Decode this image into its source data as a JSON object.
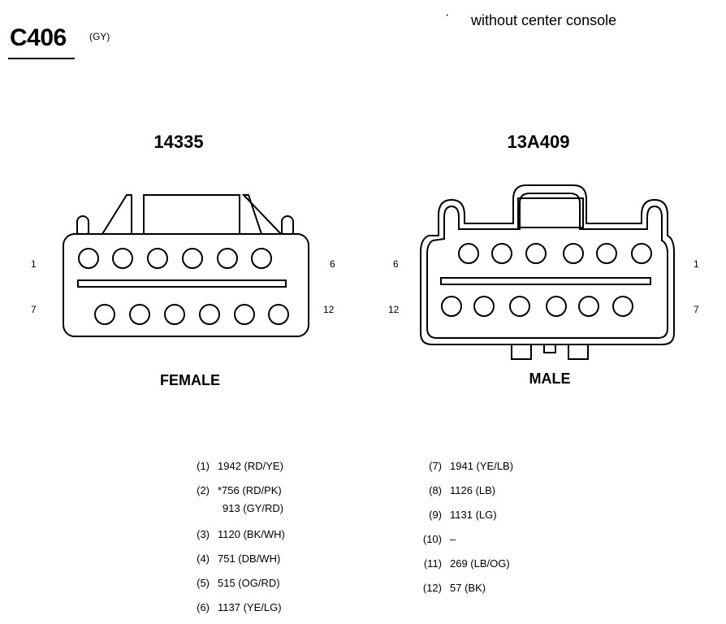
{
  "header": {
    "connector_id": "C406",
    "connector_color": "(GY)",
    "note_marker": "·",
    "note_text": "without center console"
  },
  "connectors": [
    {
      "part_number": "14335",
      "gender": "FEMALE",
      "label_top_left": "1",
      "label_top_right": "6",
      "label_bottom_left": "7",
      "label_bottom_right": "12"
    },
    {
      "part_number": "13A409",
      "gender": "MALE",
      "label_top_left": "6",
      "label_top_right": "1",
      "label_bottom_left": "12",
      "label_bottom_right": "7"
    }
  ],
  "pinout_left": [
    {
      "pin": "(1)",
      "circuit": "1942 (RD/YE)"
    },
    {
      "pin": "(2)",
      "circuit": "*756 (RD/PK)",
      "circuit2": "913 (GY/RD)"
    },
    {
      "pin": "(3)",
      "circuit": "1120 (BK/WH)"
    },
    {
      "pin": "(4)",
      "circuit": "751 (DB/WH)"
    },
    {
      "pin": "(5)",
      "circuit": "515 (OG/RD)"
    },
    {
      "pin": "(6)",
      "circuit": "1137 (YE/LG)"
    }
  ],
  "pinout_right": [
    {
      "pin": "(7)",
      "circuit": "1941 (YE/LB)"
    },
    {
      "pin": "(8)",
      "circuit": "1126 (LB)"
    },
    {
      "pin": "(9)",
      "circuit": "1131 (LG)"
    },
    {
      "pin": "(10)",
      "circuit": "–"
    },
    {
      "pin": "(11)",
      "circuit": "269 (LB/OG)"
    },
    {
      "pin": "(12)",
      "circuit": "57 (BK)"
    }
  ]
}
